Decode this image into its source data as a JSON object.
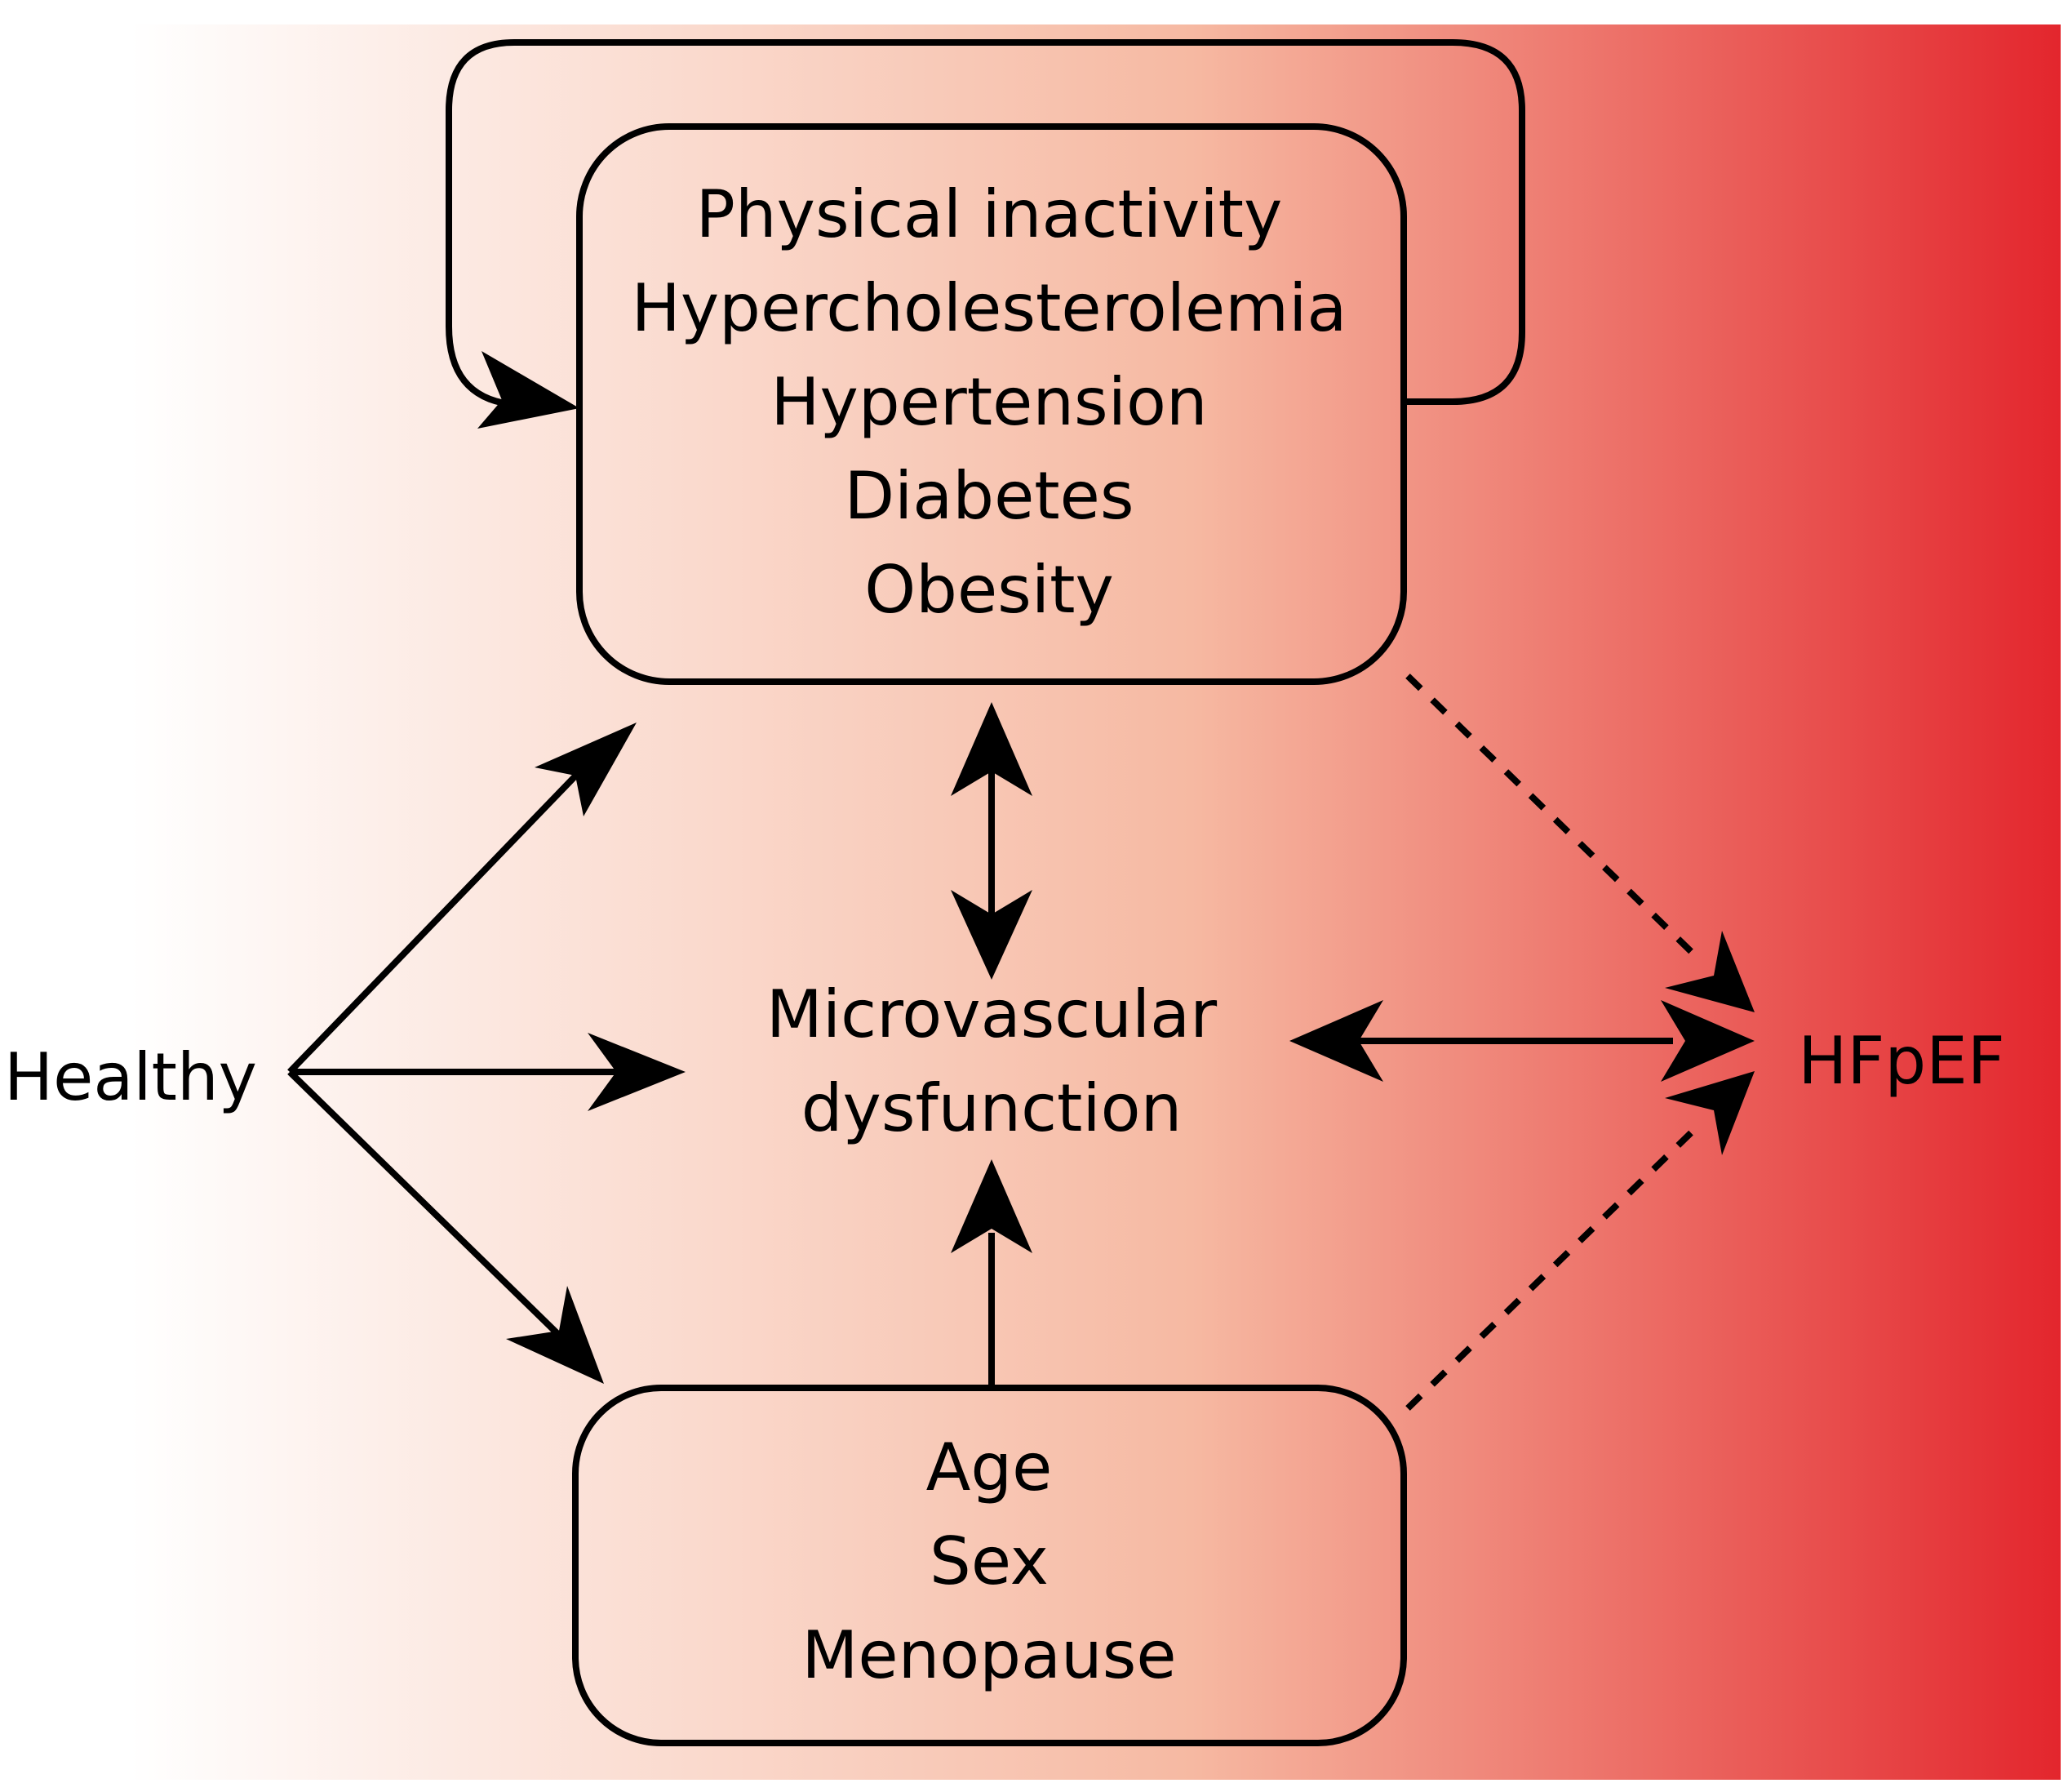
{
  "colors": {
    "gradient_start": "#ffffff",
    "gradient_mid": "#f6b9a2",
    "gradient_end": "#e3262d",
    "stroke": "#000000",
    "healthy_text": "#000000",
    "hfpef_text": "#000000"
  },
  "nodes": {
    "healthy": "Healthy",
    "hfpef": "HFpEF",
    "microvascular": [
      "Microvascular",
      "dysfunction"
    ],
    "risk_factors": [
      "Physical inactivity",
      "Hypercholesterolemia",
      "Hypertension",
      "Diabetes",
      "Obesity"
    ],
    "non_modifiable": [
      "Age",
      "Sex",
      "Menopause"
    ]
  },
  "edges": [
    {
      "from": "healthy",
      "to": "risk_factors",
      "style": "solid"
    },
    {
      "from": "healthy",
      "to": "microvascular",
      "style": "solid"
    },
    {
      "from": "healthy",
      "to": "non_modifiable",
      "style": "solid"
    },
    {
      "from": "risk_factors",
      "to": "risk_factors",
      "style": "solid-loop"
    },
    {
      "from": "risk_factors",
      "to": "microvascular",
      "style": "solid-bidirectional"
    },
    {
      "from": "non_modifiable",
      "to": "microvascular",
      "style": "solid"
    },
    {
      "from": "microvascular",
      "to": "hfpef",
      "style": "solid-bidirectional"
    },
    {
      "from": "risk_factors",
      "to": "hfpef",
      "style": "dashed"
    },
    {
      "from": "non_modifiable",
      "to": "hfpef",
      "style": "dashed"
    }
  ]
}
